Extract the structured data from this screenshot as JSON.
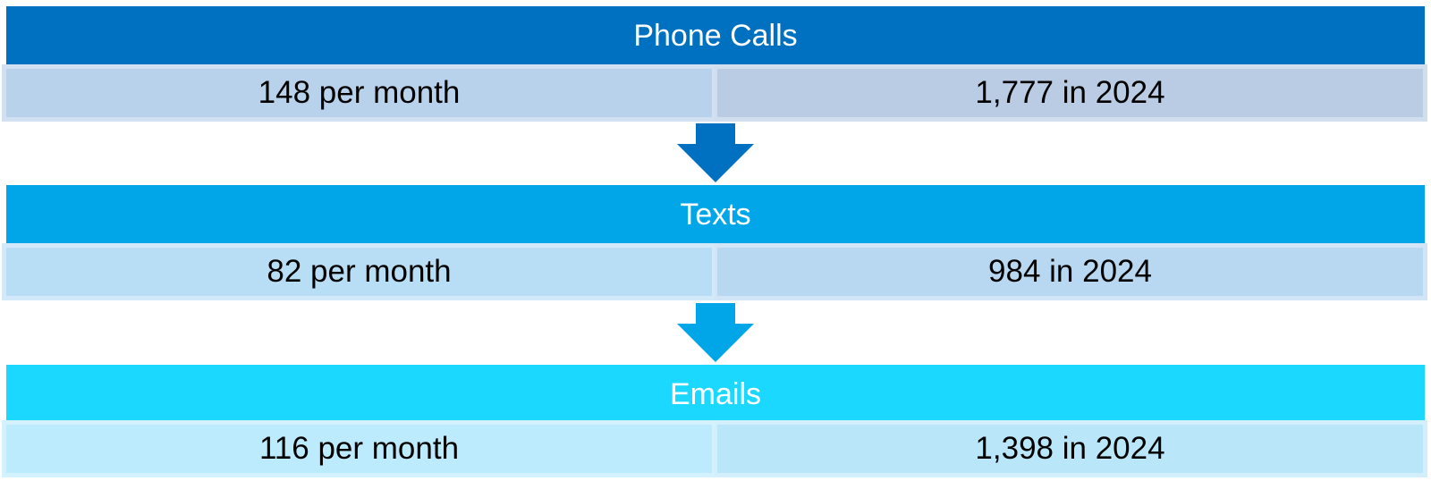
{
  "colors": {
    "phone_header": "#0070C0",
    "phone_row_left": "#B8D2EC",
    "phone_row_right": "#B9CCE4",
    "texts_header": "#00A6E8",
    "texts_row_left": "#B8DEF6",
    "texts_row_right": "#B8D8F2",
    "emails_header": "#1AD8FF",
    "emails_row_left": "#BCEBFE",
    "emails_row_right": "#BAE6F9"
  },
  "stages": [
    {
      "title": "Phone Calls",
      "monthly": "148 per month",
      "yearly": "1,777 in 2024"
    },
    {
      "title": "Texts",
      "monthly": "82 per month",
      "yearly": "984 in 2024"
    },
    {
      "title": "Emails",
      "monthly": "116 per month",
      "yearly": "1,398 in 2024"
    }
  ],
  "icons": [
    "arrow-down-icon",
    "arrow-down-icon"
  ]
}
